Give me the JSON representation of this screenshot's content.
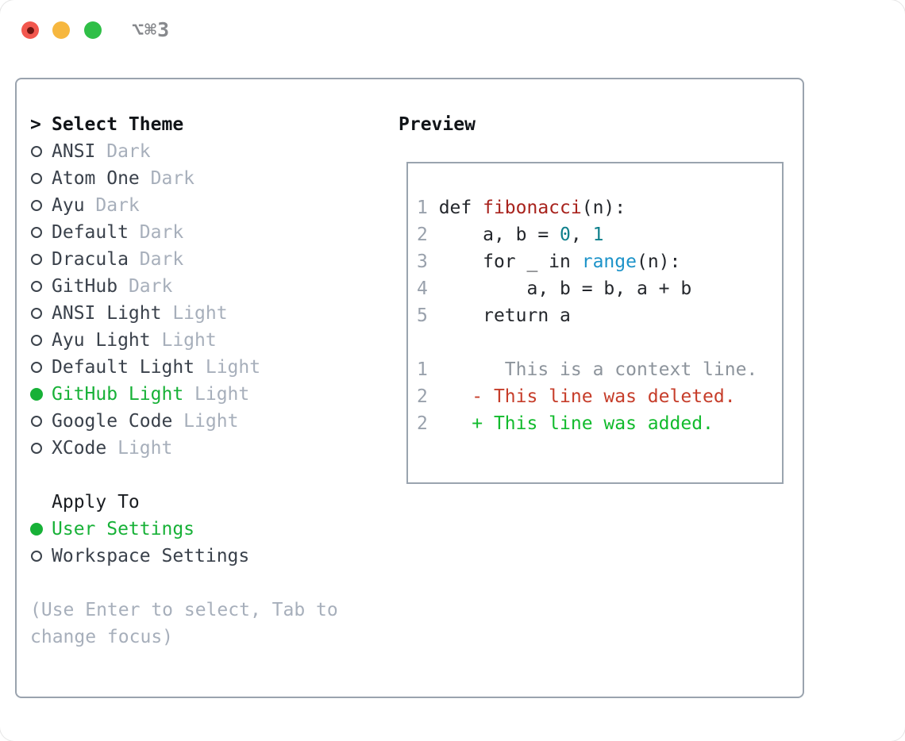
{
  "window": {
    "title": "⌥⌘3",
    "traffic_lights": [
      {
        "name": "close-button",
        "color": "#f2574e"
      },
      {
        "name": "minimize-button",
        "color": "#f6b73f"
      },
      {
        "name": "zoom-button",
        "color": "#2fbf47"
      }
    ]
  },
  "theme_picker": {
    "prompt": ">",
    "header": "Select Theme",
    "items": [
      {
        "name": "ANSI",
        "tag": "Dark",
        "selected": false
      },
      {
        "name": "Atom One",
        "tag": "Dark",
        "selected": false
      },
      {
        "name": "Ayu",
        "tag": "Dark",
        "selected": false
      },
      {
        "name": "Default",
        "tag": "Dark",
        "selected": false
      },
      {
        "name": "Dracula",
        "tag": "Dark",
        "selected": false
      },
      {
        "name": "GitHub",
        "tag": "Dark",
        "selected": false
      },
      {
        "name": "ANSI Light",
        "tag": "Light",
        "selected": false
      },
      {
        "name": "Ayu Light",
        "tag": "Light",
        "selected": false
      },
      {
        "name": "Default Light",
        "tag": "Light",
        "selected": false
      },
      {
        "name": "GitHub Light",
        "tag": "Light",
        "selected": true
      },
      {
        "name": "Google Code",
        "tag": "Light",
        "selected": false
      },
      {
        "name": "XCode",
        "tag": "Light",
        "selected": false
      }
    ],
    "apply_to": {
      "header": "Apply To",
      "options": [
        {
          "name": "User Settings",
          "selected": true
        },
        {
          "name": "Workspace Settings",
          "selected": false
        }
      ]
    },
    "hint_line1": "(Use Enter to select, Tab to",
    "hint_line2": "change focus)"
  },
  "preview": {
    "title": "Preview",
    "code_lines": [
      {
        "ln": "1",
        "segments": [
          {
            "text": "def ",
            "cls": "plain"
          },
          {
            "text": "fibonacci",
            "cls": "func"
          },
          {
            "text": "(n):",
            "cls": "plain"
          }
        ]
      },
      {
        "ln": "2",
        "segments": [
          {
            "text": "    a, b = ",
            "cls": "plain"
          },
          {
            "text": "0",
            "cls": "numlit"
          },
          {
            "text": ", ",
            "cls": "plain"
          },
          {
            "text": "1",
            "cls": "numlit"
          }
        ]
      },
      {
        "ln": "3",
        "segments": [
          {
            "text": "    for _ in ",
            "cls": "plain"
          },
          {
            "text": "range",
            "cls": "builtin"
          },
          {
            "text": "(n):",
            "cls": "plain"
          }
        ]
      },
      {
        "ln": "4",
        "segments": [
          {
            "text": "        a, b = b, a + b",
            "cls": "plain"
          }
        ]
      },
      {
        "ln": "5",
        "segments": [
          {
            "text": "    return a",
            "cls": "plain"
          }
        ]
      },
      {
        "ln": "",
        "segments": []
      },
      {
        "ln": "1",
        "segments": [
          {
            "text": "      This is a context line.",
            "cls": "ctx"
          }
        ]
      },
      {
        "ln": "2",
        "segments": [
          {
            "text": "   - This line was deleted.",
            "cls": "del"
          }
        ]
      },
      {
        "ln": "2",
        "segments": [
          {
            "text": "   + This line was added.",
            "cls": "add"
          }
        ]
      }
    ]
  },
  "colors": {
    "selected_green": "#17b137",
    "item_text": "#3a414b",
    "tag_gray": "#a7afbb",
    "hint_gray": "#a7afbb",
    "header_black": "#111418",
    "panel_border": "#9aa3ae",
    "preview_border": "#9aa4af",
    "line_number": "#99a1ac",
    "code_default": "#24272c",
    "function_red": "#a8231d",
    "number_teal": "#0e7f8b",
    "builtin_blue": "#1d93c9",
    "diff_context": "#8d949c",
    "diff_deleted": "#c63d2a",
    "diff_added": "#12bb2d",
    "traffic_red": "#f2574e",
    "traffic_yellow": "#f6b73f",
    "traffic_green": "#2fbf47"
  }
}
